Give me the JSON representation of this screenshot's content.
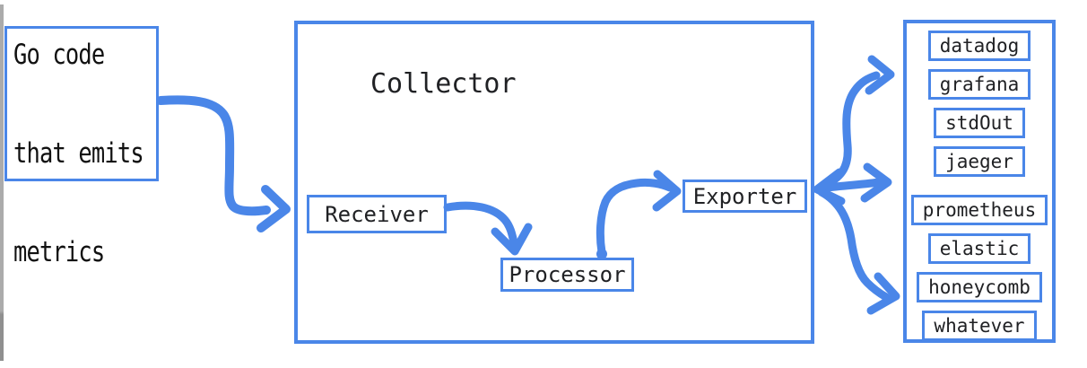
{
  "source_box": {
    "lines": [
      "Go code",
      "that emits",
      "metrics"
    ]
  },
  "collector": {
    "title": "Collector",
    "stages": [
      {
        "label": "Receiver"
      },
      {
        "label": "Processor"
      },
      {
        "label": "Exporter"
      }
    ]
  },
  "sinks": {
    "items": [
      {
        "label": "datadog"
      },
      {
        "label": "grafana"
      },
      {
        "label": "stdOut"
      },
      {
        "label": "jaeger"
      },
      {
        "label": "prometheus"
      },
      {
        "label": "elastic"
      },
      {
        "label": "honeycomb"
      },
      {
        "label": "whatever"
      }
    ]
  },
  "arrows": {
    "source_to_collector": "from Go code box to Collector/Receiver",
    "receiver_to_processor": "Receiver to Processor",
    "processor_to_exporter": "Processor to Exporter",
    "exporter_fanout": "Exporter branches to sink list (up, middle both-ways, down)"
  },
  "colors": {
    "accent": "#4a86e8",
    "text": "#202124",
    "chrome": "#ababab"
  }
}
